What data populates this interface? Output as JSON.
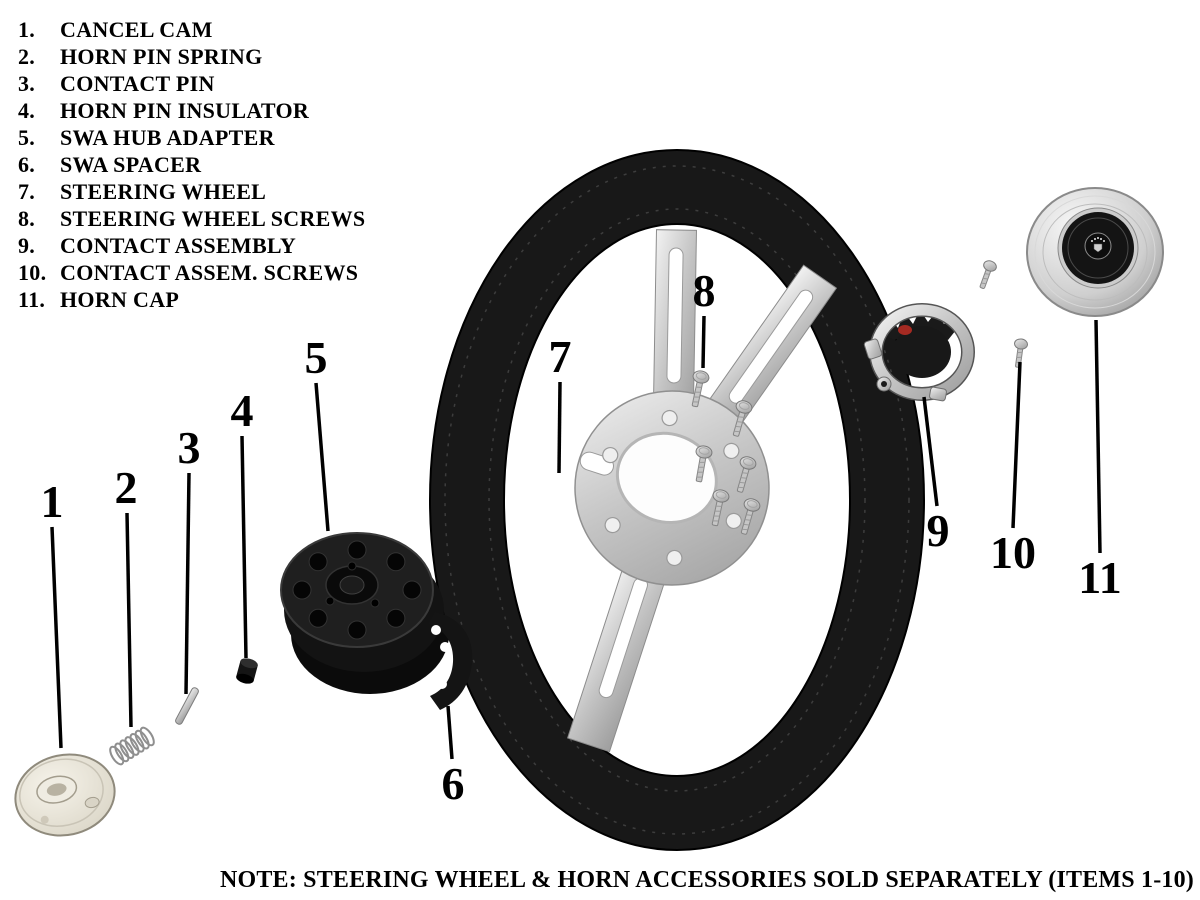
{
  "parts_list": {
    "items": [
      {
        "num": "1.",
        "label": "CANCEL CAM"
      },
      {
        "num": "2.",
        "label": "HORN PIN SPRING"
      },
      {
        "num": "3.",
        "label": "CONTACT PIN"
      },
      {
        "num": "4.",
        "label": "HORN PIN INSULATOR"
      },
      {
        "num": "5.",
        "label": "SWA HUB ADAPTER"
      },
      {
        "num": "6.",
        "label": "SWA SPACER"
      },
      {
        "num": "7.",
        "label": "STEERING WHEEL"
      },
      {
        "num": "8.",
        "label": "STEERING WHEEL SCREWS"
      },
      {
        "num": "9.",
        "label": "CONTACT ASSEMBLY"
      },
      {
        "num": "10.",
        "label": "CONTACT ASSEM. SCREWS"
      },
      {
        "num": "11.",
        "label": "HORN CAP"
      }
    ]
  },
  "callouts": [
    {
      "num": "1"
    },
    {
      "num": "2"
    },
    {
      "num": "3"
    },
    {
      "num": "4"
    },
    {
      "num": "5"
    },
    {
      "num": "6"
    },
    {
      "num": "7"
    },
    {
      "num": "8"
    },
    {
      "num": "9"
    },
    {
      "num": "10"
    },
    {
      "num": "11"
    }
  ],
  "note": "NOTE: STEERING WHEEL & HORN ACCESSORIES SOLD SEPARATELY (ITEMS 1-10)",
  "colors": {
    "background": "#ffffff",
    "line_color": "#000000",
    "rim_black": "#181818",
    "metal_silver": "#c6c6c6"
  }
}
